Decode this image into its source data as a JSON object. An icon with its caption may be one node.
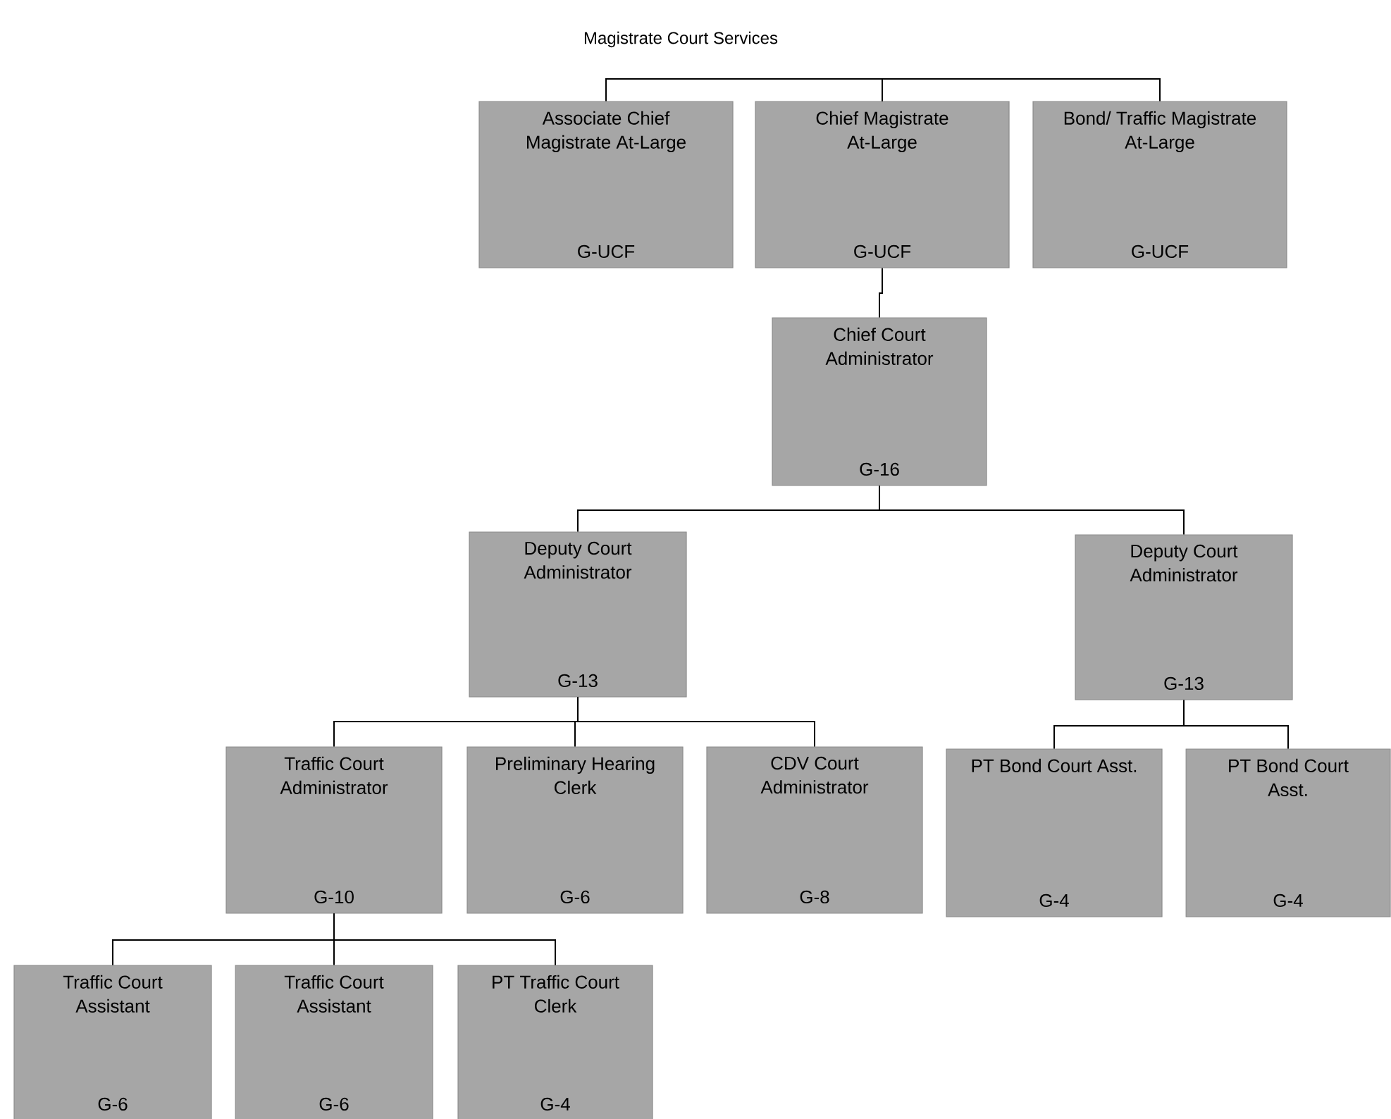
{
  "diagram": {
    "title": "Magistrate Court Services",
    "nodes": [
      {
        "text": [
          "Associate Chief Magistrate At-Large",
          "G-UCF"
        ]
      },
      {
        "text": [
          "Chief Magistrate At-Large",
          "G-UCF"
        ]
      },
      {
        "text": [
          "Bond/ Traffic Magistrate At-Large",
          "G-UCF"
        ]
      },
      {
        "text": [
          "Chief Court Administrator",
          "G-16"
        ]
      },
      {
        "text": [
          "Deputy Court Administrator",
          "G-13"
        ]
      },
      {
        "text": [
          "Deputy Court Administrator",
          "G-13"
        ]
      },
      {
        "text": [
          "Traffic Court Administrator",
          "G-10"
        ]
      },
      {
        "text": [
          "Preliminary Hearing Clerk",
          "G-6"
        ]
      },
      {
        "text": [
          "CDV Court Administrator",
          "G-8"
        ]
      },
      {
        "text": [
          "PT Bond Court Asst.",
          "G-4"
        ]
      },
      {
        "text": [
          "PT Bond Court Asst.",
          "G-4"
        ]
      },
      {
        "text": [
          "Traffic Court Assistant",
          "G-6"
        ]
      },
      {
        "text": [
          "Traffic Court Assistant",
          "G-6"
        ]
      },
      {
        "text": [
          "PT Traffic Court Clerk",
          "G-4"
        ]
      }
    ],
    "edges": [
      {
        "from": 1,
        "to": 0,
        "arrow": "none"
      },
      {
        "from": 1,
        "to": 2,
        "arrow": "none"
      },
      {
        "from": 1,
        "to": 3,
        "arrow": "none"
      },
      {
        "from": 3,
        "to": 4,
        "arrow": "none"
      },
      {
        "from": 3,
        "to": 5,
        "arrow": "none"
      },
      {
        "from": 4,
        "to": 6,
        "arrow": "none"
      },
      {
        "from": 4,
        "to": 7,
        "arrow": "none"
      },
      {
        "from": 4,
        "to": 8,
        "arrow": "none"
      },
      {
        "from": 5,
        "to": 9,
        "arrow": "none"
      },
      {
        "from": 5,
        "to": 10,
        "arrow": "none"
      },
      {
        "from": 6,
        "to": 11,
        "arrow": "none"
      },
      {
        "from": 6,
        "to": 12,
        "arrow": "none"
      },
      {
        "from": 6,
        "to": 13,
        "arrow": "none"
      }
    ]
  }
}
